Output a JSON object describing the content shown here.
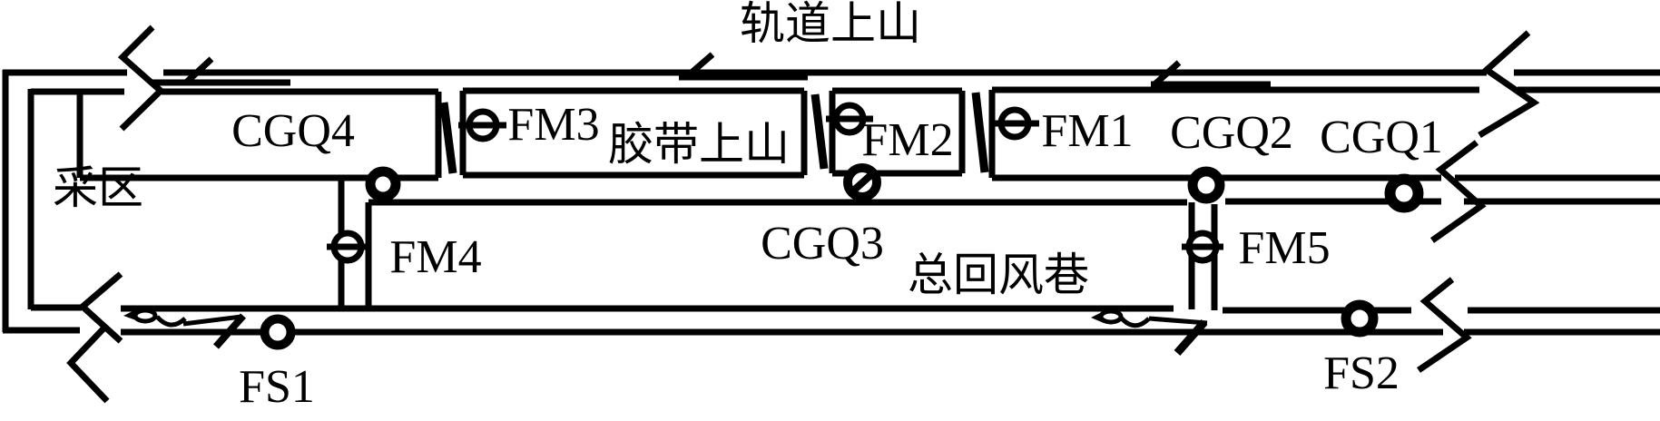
{
  "diagram": {
    "type": "mine-ventilation-schematic",
    "colors": {
      "line": "#000000",
      "background": "#ffffff"
    },
    "roadways": {
      "track_incline": "轨道上山",
      "belt_incline": "胶带上山",
      "main_return_airway": "总回风巷",
      "mining_district": "采区"
    },
    "air_doors": {
      "fm1": "FM1",
      "fm2": "FM2",
      "fm3": "FM3",
      "fm4": "FM4",
      "fm5": "FM5"
    },
    "sensors": {
      "cgq1": "CGQ1",
      "cgq2": "CGQ2",
      "cgq3": "CGQ3",
      "cgq4": "CGQ4"
    },
    "air_windows": {
      "fs1": "FS1",
      "fs2": "FS2"
    }
  }
}
